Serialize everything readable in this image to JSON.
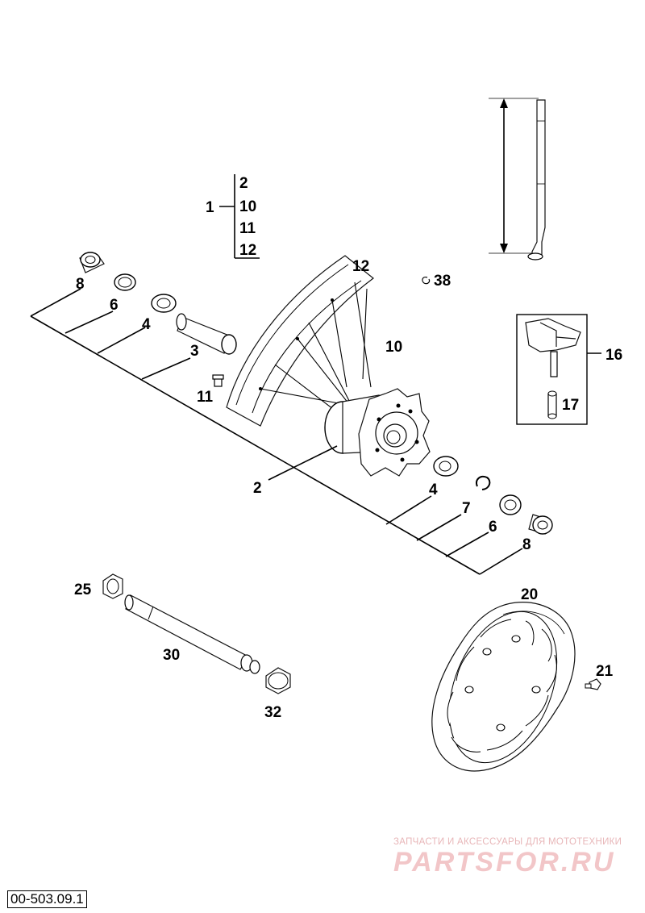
{
  "callouts": {
    "c1": "1",
    "c2_list": "2",
    "c10_list": "10",
    "c11_list": "11",
    "c12_list": "12",
    "c8_top": "8",
    "c6_top": "6",
    "c4_top": "4",
    "c3": "3",
    "c11": "11",
    "c12": "12",
    "c10": "10",
    "c38": "38",
    "c16": "16",
    "c17": "17",
    "c2": "2",
    "c4_bot": "4",
    "c7": "7",
    "c6_bot": "6",
    "c8_bot": "8",
    "c25": "25",
    "c30": "30",
    "c32": "32",
    "c20": "20",
    "c21": "21"
  },
  "watermark": {
    "tagline": "ЗАПЧАСТИ И АКСЕССУАРЫ ДЛЯ МОТОТЕХНИКИ",
    "brand": "PARTSFOR.RU"
  },
  "reference": "00-503.09.1",
  "colors": {
    "ink": "#000000",
    "part_fill": "#ffffff",
    "watermark": "#f2c6c8"
  }
}
